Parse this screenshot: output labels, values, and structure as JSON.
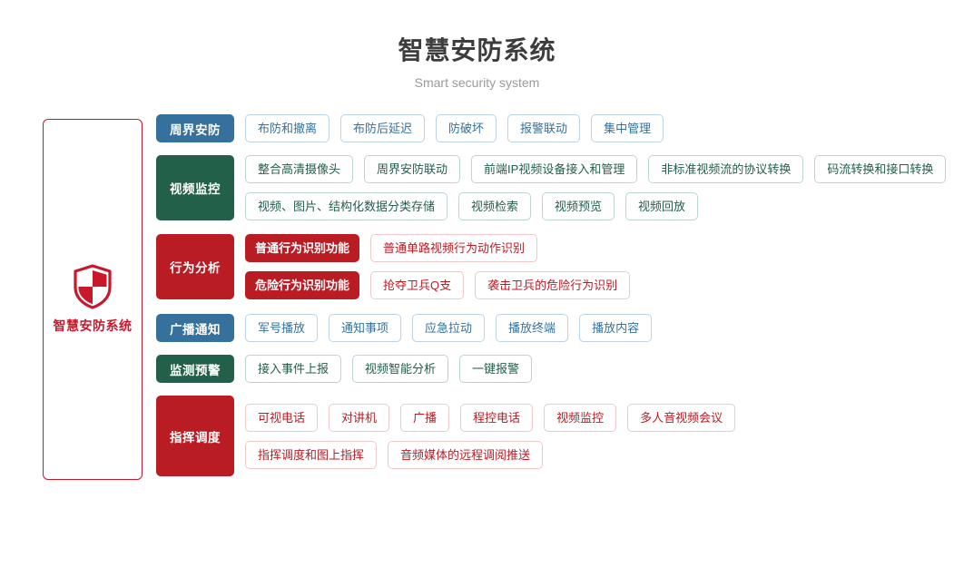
{
  "header": {
    "title": "智慧安防系统",
    "subtitle": "Smart security system"
  },
  "sidebar": {
    "icon": "shield-icon",
    "label": "智慧安防系统",
    "border_color": "#c9182a",
    "text_color": "#c9182a"
  },
  "colors": {
    "blue": "#35719c",
    "green": "#226049",
    "red": "#ba1c24",
    "blue_border": "#bcd3e3",
    "green_border": "#bcd6c9",
    "red_border": "#f0c8ca",
    "title_text": "#3d3d3d",
    "subtitle_text": "#9a9a9a"
  },
  "rows": [
    {
      "category": "周界安防",
      "theme": "blue",
      "lines": [
        {
          "items": [
            "布防和撤离",
            "布防后延迟",
            "防破坏",
            "报警联动",
            "集中管理"
          ]
        }
      ]
    },
    {
      "category": "视频监控",
      "theme": "green",
      "lines": [
        {
          "items": [
            "整合高清摄像头",
            "周界安防联动",
            "前端IP视频设备接入和管理",
            "非标准视频流的协议转换",
            "码流转换和接口转换"
          ]
        },
        {
          "items": [
            "视频、图片、结构化数据分类存储",
            "视频检索",
            "视频预览",
            "视频回放"
          ]
        }
      ]
    },
    {
      "category": "行为分析",
      "theme": "red",
      "lines": [
        {
          "subcategory": "普通行为识别功能",
          "items": [
            "普通单路视频行为动作识别"
          ]
        },
        {
          "subcategory": "危险行为识别功能",
          "items": [
            "抢夺卫兵Q支",
            "袭击卫兵的危险行为识别"
          ]
        }
      ]
    },
    {
      "category": "广播通知",
      "theme": "blue",
      "lines": [
        {
          "items": [
            "军号播放",
            "通知事项",
            "应急拉动",
            "播放终端",
            "播放内容"
          ]
        }
      ]
    },
    {
      "category": "监测预警",
      "theme": "green",
      "lines": [
        {
          "items": [
            "接入事件上报",
            "视频智能分析",
            "一键报警"
          ]
        }
      ]
    },
    {
      "category": "指挥调度",
      "theme": "red",
      "lines": [
        {
          "items": [
            "可视电话",
            "对讲机",
            "广播",
            "程控电话",
            "视频监控",
            "多人音视频会议"
          ]
        },
        {
          "items": [
            "指挥调度和图上指挥",
            "音频媒体的远程调阅推送"
          ]
        }
      ]
    }
  ]
}
